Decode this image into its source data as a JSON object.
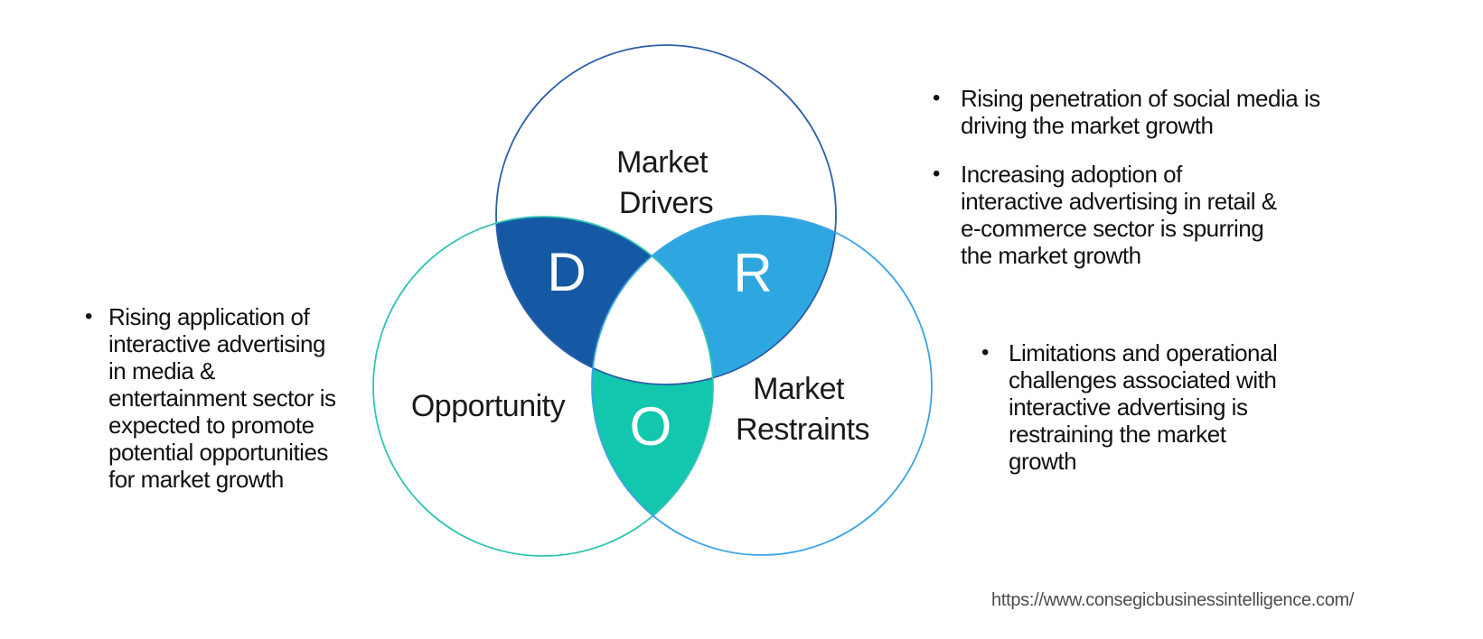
{
  "venn": {
    "colors": {
      "drivers_stroke": "#2b5fa9",
      "opportunity_stroke": "#30c5b3",
      "restraints_stroke": "#3ba4e6",
      "d_fill": "#1559a4",
      "r_fill": "#2ea7e0",
      "o_fill": "#12c7ad",
      "center_fill": "#ffffff",
      "label_color": "#1a1a1a",
      "letter_color": "#ffffff"
    },
    "drivers": {
      "label_line1": "Market",
      "label_line2": "Drivers",
      "letter": "D"
    },
    "opportunity": {
      "label": "Opportunity",
      "letter": "O"
    },
    "restraints": {
      "label_line1": "Market",
      "label_line2": "Restraints",
      "letter": "R"
    }
  },
  "notes": {
    "bullet_char": "•",
    "left": {
      "items": [
        "Rising application of\ninteractive advertising\nin media &\nentertainment sector is\nexpected to promote\npotential opportunities\nfor market growth"
      ]
    },
    "top_right": {
      "items": [
        "Rising penetration of social media is\ndriving the market growth",
        "Increasing adoption of\ninteractive advertising in retail &\ne-commerce sector is spurring\nthe market growth"
      ]
    },
    "bottom_right": {
      "items": [
        "Limitations and operational\nchallenges associated with\ninteractive advertising is\nrestraining the market\ngrowth"
      ]
    }
  },
  "footer": {
    "source_url": "https://www.consegicbusinessintelligence.com/"
  }
}
